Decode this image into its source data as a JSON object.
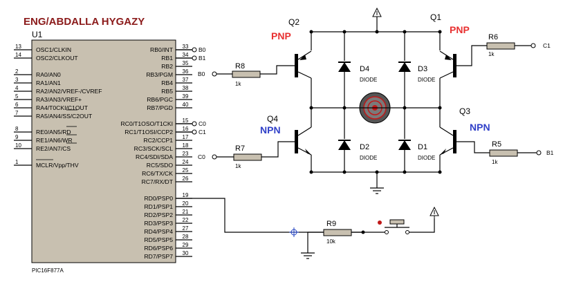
{
  "title": "ENG/ABDALLA   HYGAZY",
  "mcu": {
    "ref": "U1",
    "part": "PIC16F877A",
    "left_pins": [
      {
        "num": "13",
        "name": "OSC1/CLKIN"
      },
      {
        "num": "14",
        "name": "OSC2/CLKOUT"
      },
      {
        "num": "2",
        "name": "RA0/AN0"
      },
      {
        "num": "3",
        "name": "RA1/AN1"
      },
      {
        "num": "4",
        "name": "RA2/AN2/VREF-/CVREF"
      },
      {
        "num": "5",
        "name": "RA3/AN3/VREF+"
      },
      {
        "num": "6",
        "name": "RA4/T0CKI/C1OUT"
      },
      {
        "num": "7",
        "name": "RA5/AN4/SS/C2OUT"
      },
      {
        "num": "8",
        "name": "RE0/AN5/RD"
      },
      {
        "num": "9",
        "name": "RE1/AN6/WR"
      },
      {
        "num": "10",
        "name": "RE2/AN7/CS"
      },
      {
        "num": "1",
        "name": "MCLR/Vpp/THV"
      }
    ],
    "right_pins": [
      {
        "num": "33",
        "name": "RB0/INT"
      },
      {
        "num": "34",
        "name": "RB1"
      },
      {
        "num": "35",
        "name": "RB2"
      },
      {
        "num": "36",
        "name": "RB3/PGM"
      },
      {
        "num": "37",
        "name": "RB4"
      },
      {
        "num": "38",
        "name": "RB5"
      },
      {
        "num": "39",
        "name": "RB6/PGC"
      },
      {
        "num": "40",
        "name": "RB7/PGD"
      },
      {
        "num": "15",
        "name": "RC0/T1OSO/T1CKI"
      },
      {
        "num": "16",
        "name": "RC1/T1OSI/CCP2"
      },
      {
        "num": "17",
        "name": "RC2/CCP1"
      },
      {
        "num": "18",
        "name": "RC3/SCK/SCL"
      },
      {
        "num": "23",
        "name": "RC4/SDI/SDA"
      },
      {
        "num": "24",
        "name": "RC5/SDO"
      },
      {
        "num": "25",
        "name": "RC6/TX/CK"
      },
      {
        "num": "26",
        "name": "RC7/RX/DT"
      },
      {
        "num": "19",
        "name": "RD0/PSP0"
      },
      {
        "num": "20",
        "name": "RD1/PSP1"
      },
      {
        "num": "21",
        "name": "RD2/PSP2"
      },
      {
        "num": "22",
        "name": "RD3/PSP3"
      },
      {
        "num": "27",
        "name": "RD4/PSP4"
      },
      {
        "num": "28",
        "name": "RD5/PSP5"
      },
      {
        "num": "29",
        "name": "RD6/PSP6"
      },
      {
        "num": "30",
        "name": "RD7/PSP7"
      }
    ]
  },
  "nets": {
    "b0": "B0",
    "b1": "B1",
    "c0": "C0",
    "c1": "C1"
  },
  "transistors": [
    {
      "ref": "Q1",
      "type": "PNP"
    },
    {
      "ref": "Q2",
      "type": "PNP"
    },
    {
      "ref": "Q3",
      "type": "NPN"
    },
    {
      "ref": "Q4",
      "type": "NPN"
    }
  ],
  "resistors": [
    {
      "ref": "R5",
      "value": "1k"
    },
    {
      "ref": "R6",
      "value": "1k"
    },
    {
      "ref": "R7",
      "value": "1k"
    },
    {
      "ref": "R8",
      "value": "1k"
    },
    {
      "ref": "R9",
      "value": "10k"
    }
  ],
  "diodes": [
    {
      "ref": "D1",
      "type": "DIODE"
    },
    {
      "ref": "D2",
      "type": "DIODE"
    },
    {
      "ref": "D3",
      "type": "DIODE"
    },
    {
      "ref": "D4",
      "type": "DIODE"
    }
  ],
  "colors": {
    "title": "#8b1a1a",
    "pnp_label": "#e83030",
    "npn_label": "#3040c8",
    "chip_fill": "#c8c0b0",
    "motor_red": "#c01818",
    "switch_red": "#c01818",
    "probe_blue": "#2040c0"
  },
  "icons": [
    "power-arrow-icon",
    "ground-icon",
    "motor-icon",
    "probe-crosshair-icon"
  ]
}
